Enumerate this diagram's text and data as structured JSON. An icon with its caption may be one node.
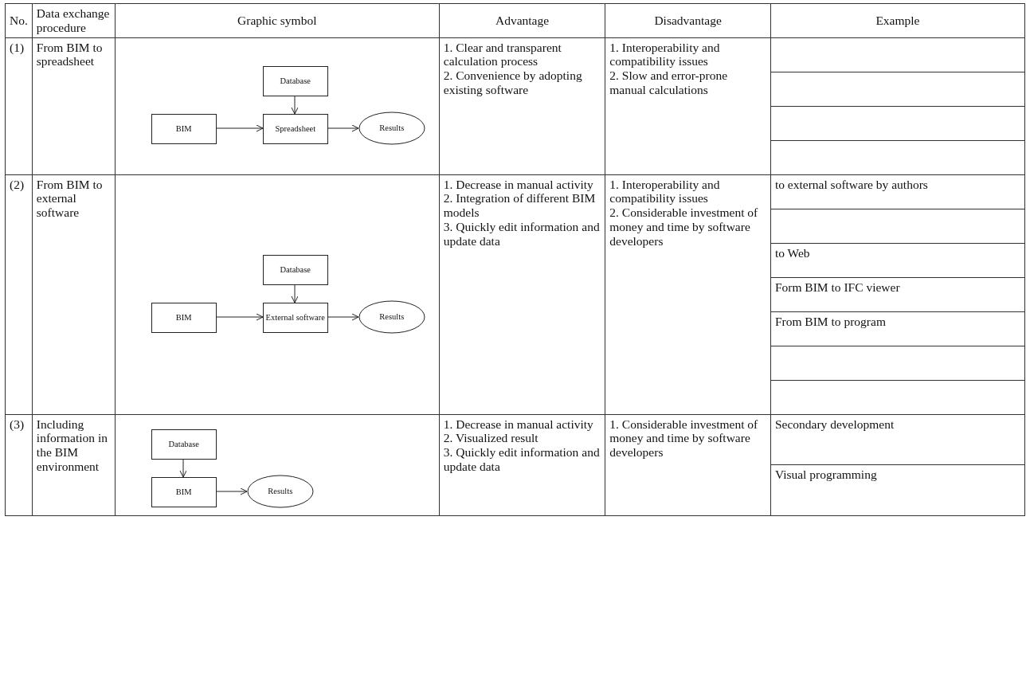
{
  "diagram": {
    "nodes": [
      {
        "text": [
          "Database"
        ]
      },
      {
        "text": [
          "BIM"
        ]
      },
      {
        "text": [
          "Spreadsheet"
        ]
      },
      {
        "text": [
          "Results"
        ]
      },
      {
        "text": [
          "Database"
        ]
      },
      {
        "text": [
          "BIM"
        ]
      },
      {
        "text": [
          "External software"
        ]
      },
      {
        "text": [
          "Results"
        ]
      },
      {
        "text": [
          "Database"
        ]
      },
      {
        "text": [
          "BIM"
        ]
      },
      {
        "text": [
          "Results"
        ]
      }
    ],
    "edges": [
      {
        "from": 0,
        "to": 2,
        "arrow": "to"
      },
      {
        "from": 1,
        "to": 2,
        "arrow": "to"
      },
      {
        "from": 2,
        "to": 3,
        "arrow": "to"
      },
      {
        "from": 4,
        "to": 6,
        "arrow": "to"
      },
      {
        "from": 5,
        "to": 6,
        "arrow": "to"
      },
      {
        "from": 6,
        "to": 7,
        "arrow": "to"
      },
      {
        "from": 8,
        "to": 9,
        "arrow": "to"
      },
      {
        "from": 9,
        "to": 10,
        "arrow": "to"
      }
    ],
    "labels": [
      "No.",
      "Data exchange procedure",
      "Graphic symbol",
      "Advantage",
      "Disadvantage",
      "Example",
      "(1)",
      "From BIM to spreadsheet",
      "1. Clear and transparent calculation process",
      "2. Convenience by adopting existing software",
      "1. Interoperability and compatibility issues",
      "2. Slow and error-prone manual calculations",
      "(2)",
      "From BIM to external software",
      "1. Decrease in manual activity",
      "2. Integration of different BIM models",
      "3. Quickly edit information and update data",
      "1. Interoperability and compatibility issues",
      "2. Considerable investment of money and time by software developers",
      "to external software by authors",
      "to Web",
      "Form BIM to IFC viewer",
      "From BIM to program",
      "(3)",
      "Including information in the BIM environment",
      "1. Decrease in manual activity",
      "2. Visualized result",
      "3. Quickly edit information and update data",
      "1. Considerable investment of money and time by software developers",
      "Secondary development",
      "Visual programming"
    ]
  }
}
